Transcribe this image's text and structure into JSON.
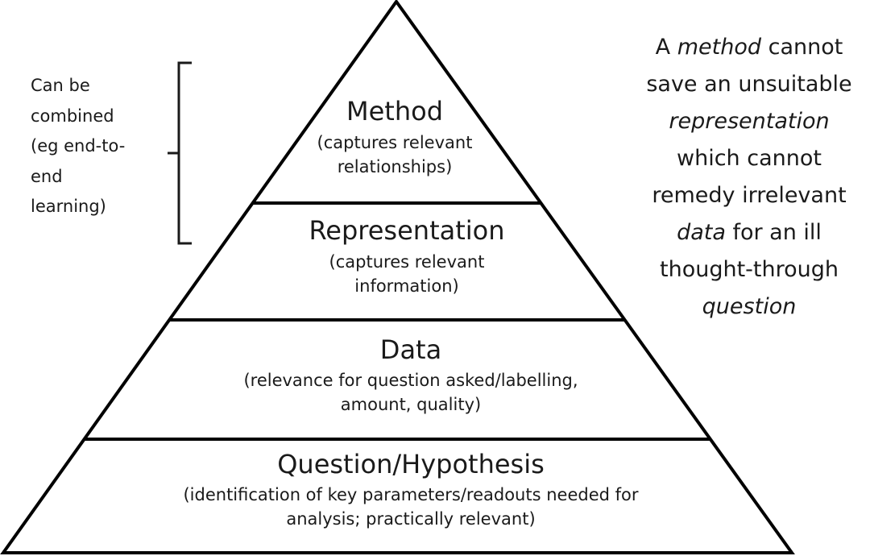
{
  "tiers": {
    "method": {
      "title": "Method",
      "desc_line1": "(captures relevant",
      "desc_line2": "relationships)"
    },
    "representation": {
      "title": "Representation",
      "desc_line1": "(captures relevant",
      "desc_line2": "information)"
    },
    "data": {
      "title": "Data",
      "desc_line1": "(relevance for question asked/labelling,",
      "desc_line2": "amount, quality)"
    },
    "question": {
      "title": "Question/Hypothesis",
      "desc_line1": "(identification of key parameters/readouts needed for",
      "desc_line2": "analysis; practically relevant)"
    }
  },
  "side_note": {
    "lines": [
      "Can be",
      "combined",
      "(eg end-to-",
      "end",
      "learning)"
    ]
  },
  "caption": {
    "l1_pre": "A ",
    "l1_em": "method",
    "l1_post": " cannot",
    "l2": "save an unsuitable",
    "l3_em": "representation",
    "l4": "which cannot",
    "l5": "remedy irrelevant",
    "l6_em": "data",
    "l6_post": " for an ill",
    "l7": "thought-through",
    "l8_em": "question"
  },
  "colors": {
    "line": "#000000",
    "text": "#1a1a1a",
    "background": "#ffffff"
  }
}
